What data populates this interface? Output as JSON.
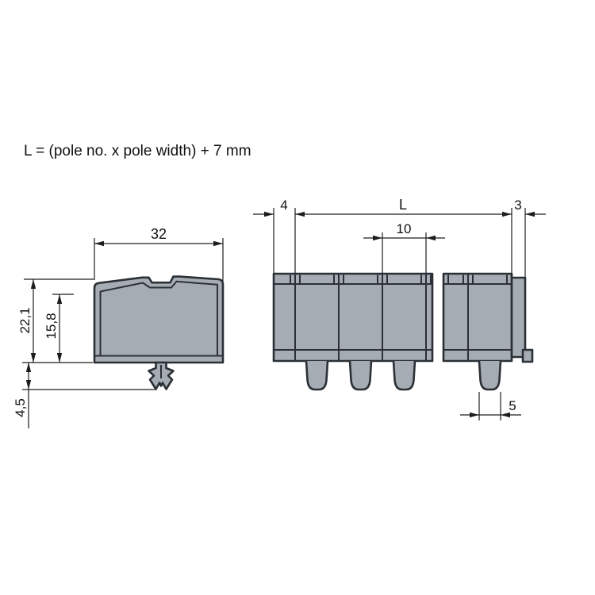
{
  "formula_text": "L = (pole no. x pole width) + 7 mm",
  "colors": {
    "background": "#ffffff",
    "body_fill": "#a6acb3",
    "outline": "#2b3036",
    "dim_line": "#1d1d1b",
    "text": "#111111"
  },
  "dimensions": {
    "side_view": {
      "width": "32",
      "total_height": "22,1",
      "inner_height": "15,8",
      "foot_height": "4,5"
    },
    "front_view": {
      "left_offset": "4",
      "overall_length": "L",
      "pole_pitch": "10",
      "end_plate": "3",
      "foot_width": "5"
    }
  }
}
